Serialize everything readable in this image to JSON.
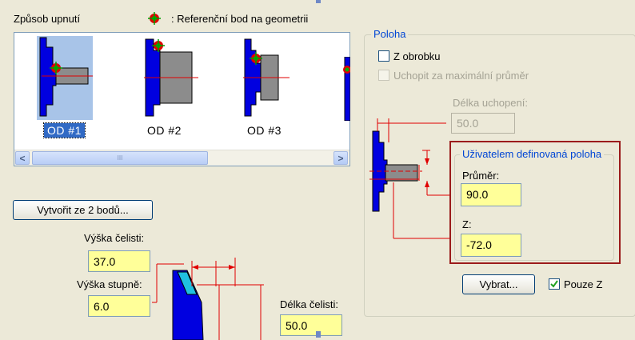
{
  "mounting": {
    "title": "Způsob upnutí",
    "ref_legend": ": Referenční bod na geometrii",
    "options": [
      {
        "label": "OD #1",
        "selected": true
      },
      {
        "label": "OD #2",
        "selected": false
      },
      {
        "label": "OD #3",
        "selected": false
      }
    ]
  },
  "scrollbar": {
    "left_arrow": "<",
    "right_arrow": ">",
    "grip": "III"
  },
  "create_button": "Vytvořit ze 2 bodů...",
  "jaw_height": {
    "label": "Výška čelisti:",
    "value": "37.0"
  },
  "step_height": {
    "label": "Výška stupně:",
    "value": "6.0"
  },
  "jaw_length": {
    "label": "Délka čelisti:",
    "value": "50.0"
  },
  "position": {
    "title": "Poloha",
    "from_part": {
      "label": "Z obrobku",
      "checked": false
    },
    "grab_max_diameter": {
      "label": "Uchopit za maximální průměr",
      "checked": false,
      "enabled": false
    },
    "grip_length": {
      "label": "Délka uchopení:",
      "value": "50.0"
    }
  },
  "user_position": {
    "title": "Uživatelem definovaná poloha",
    "diameter": {
      "label": "Průměr:",
      "value": "90.0"
    },
    "z": {
      "label": "Z:",
      "value": "-72.0"
    }
  },
  "select_button": "Vybrat...",
  "only_z": {
    "label": "Pouze Z",
    "checked": true
  },
  "colors": {
    "background": "#ece9d8",
    "input_yellow": "#ffff99",
    "jaw_blue": "#0000e0",
    "part_gray": "#8c8c8c",
    "dimension_red": "#e00000",
    "selection": "#a8c4e8",
    "groupbox_title": "#0046d5",
    "highlight_border": "#9b1b1b"
  }
}
